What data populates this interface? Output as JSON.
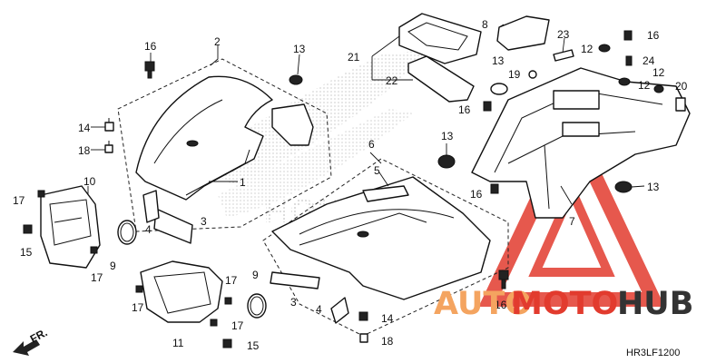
{
  "diagram": {
    "reference_code": "HR3LF1200",
    "front_indicator": "FR.",
    "watermark": {
      "text_part1": "AUTO",
      "text_part2": "MOTO",
      "text_part3": "HUB",
      "color_orange": "#f4a460",
      "color_red": "#e23b2e",
      "color_dark": "#333333"
    },
    "part_numbers": [
      "1",
      "2",
      "3",
      "4",
      "5",
      "6",
      "7",
      "8",
      "9",
      "10",
      "11",
      "12",
      "13",
      "14",
      "15",
      "16",
      "17",
      "18",
      "19",
      "20",
      "21",
      "22",
      "23",
      "24"
    ],
    "labels": {
      "p2": "2",
      "p16a": "16",
      "p13a": "13",
      "p14a": "14",
      "p18a": "18",
      "p1": "1",
      "p17a": "17",
      "p10": "10",
      "p15a": "15",
      "p17b": "17",
      "p9a": "9",
      "p4a": "4",
      "p3a": "3",
      "p21": "21",
      "p22": "22",
      "p8": "8",
      "p23": "23",
      "p12a": "12",
      "p16b": "16",
      "p24": "24",
      "p12b": "12",
      "p12c": "12",
      "p20": "20",
      "p13b": "13",
      "p19": "19",
      "p16c": "16",
      "p6": "6",
      "p5": "5",
      "p13c": "13",
      "p16d": "16",
      "p7": "7",
      "p13d": "13",
      "p17c": "17",
      "p17d": "17",
      "p17e": "17",
      "p11": "11",
      "p15b": "15",
      "p9b": "9",
      "p3b": "3",
      "p4b": "4",
      "p14b": "14",
      "p18b": "18",
      "p16e": "16"
    }
  }
}
